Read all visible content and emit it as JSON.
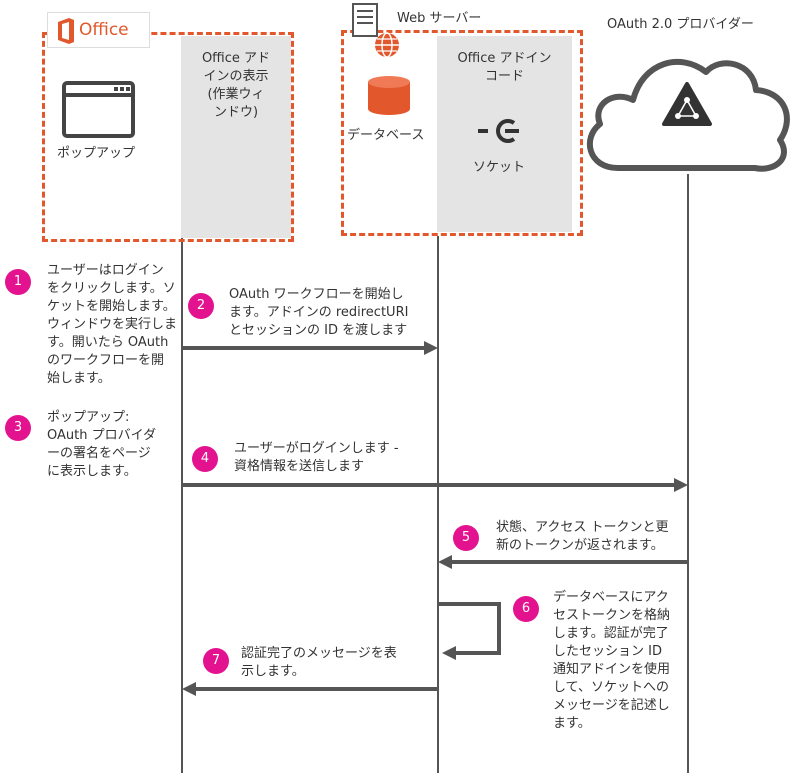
{
  "office_logo": {
    "text": "Office"
  },
  "web_server": {
    "label": "Web サーバー"
  },
  "provider": {
    "label": "OAuth 2.0 プロバイダー"
  },
  "office_box": {
    "popup_label": "ポップアップ",
    "task_pane_label": "Office アド\nインの表示\n(作業ウィ\nンドウ)"
  },
  "web_box": {
    "db_label": "データベース",
    "addin_code_label": "Office アドイン\nコード",
    "socket_label": "ソケット"
  },
  "steps": [
    {
      "num": "1",
      "text": "ユーザーはログイン\nをクリックします。ソ\nケットを開始します。\nウィンドウを実行しま\nす。開いたら OAuth\nのワークフローを開\n始します。"
    },
    {
      "num": "2",
      "text": "OAuth ワークフローを開始し\nます。アドインの redirectURI\nとセッションの ID を渡します"
    },
    {
      "num": "3",
      "text": "ポップアップ:\nOAuth プロバイダ\nーの署名をページ\nに表示します。"
    },
    {
      "num": "4",
      "text": "ユーザーがログインします -\n資格情報を送信します"
    },
    {
      "num": "5",
      "text": "状態、アクセス トークンと更\n新のトークンが返されます。"
    },
    {
      "num": "6",
      "text": "データベースにアク\nセストークンを格納\nします。認証が完了\nしたセッション ID\n通知アドインを使用\nして、ソケットへの\nメッセージを記述し\nます。"
    },
    {
      "num": "7",
      "text": "認証完了のメッセージを表\n示します。"
    }
  ],
  "colors": {
    "accent": "#e2572b",
    "step_badge": "#e3128f",
    "line": "#555555",
    "pane": "#e4e4e4"
  }
}
